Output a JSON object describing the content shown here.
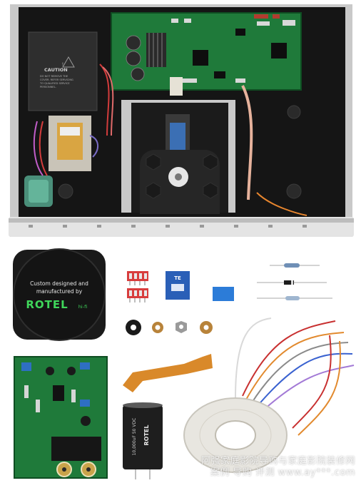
{
  "photo_top": {
    "caution_label": [
      "CAUTION",
      "DO NOT REMOVE THE",
      "COVER. REFER SERVICING",
      "TO QUALIFIED SERVICE",
      "PERSONNEL."
    ]
  },
  "photo_bottom": {
    "speaker_text": [
      "Custom designed and",
      "manufactured by"
    ],
    "brand": "ROTEL",
    "brand_suffix": "hi-fi",
    "relay_brand": "TE",
    "capacitor_brand": "ROTEL",
    "capacitor_spec": "10,000uF 50 VDC"
  },
  "watermark": {
    "line1": "阿强家庭影院导购与家庭影院装修网",
    "line2": "案例 导购 评测  www.ay***.com"
  },
  "colors": {
    "pcb_green": "#1f7a3a",
    "chassis_black": "#151515",
    "rotel_green": "#3fd65a",
    "ribbon_orange": "#d9892a",
    "toroid_white": "#e8e6e0"
  }
}
